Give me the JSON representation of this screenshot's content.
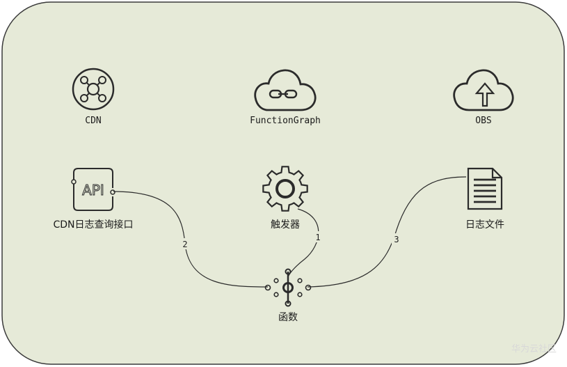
{
  "services": {
    "cdn": {
      "label": "CDN",
      "icon": "cdn-hub-icon"
    },
    "functiongraph": {
      "label": "FunctionGraph",
      "icon": "cloud-link-icon"
    },
    "obs": {
      "label": "OBS",
      "icon": "cloud-upload-icon"
    }
  },
  "nodes": {
    "cdn_api": {
      "label": "CDN日志查询接口",
      "icon_text": "API",
      "icon": "api-box-icon"
    },
    "trigger": {
      "label": "触发器",
      "icon": "gear-icon"
    },
    "log_file": {
      "label": "日志文件",
      "icon": "document-icon"
    },
    "function": {
      "label": "函数",
      "icon": "function-node-icon"
    }
  },
  "edges": [
    {
      "from": "trigger",
      "to": "function",
      "label": "1"
    },
    {
      "from": "cdn_api",
      "to": "function",
      "label": "2"
    },
    {
      "from": "function",
      "to": "log_file",
      "label": "3"
    }
  ],
  "watermark": "华为云社区",
  "colors": {
    "background": "#e6ead8",
    "border": "#3a3a3a",
    "stroke": "#2b2b2b"
  }
}
